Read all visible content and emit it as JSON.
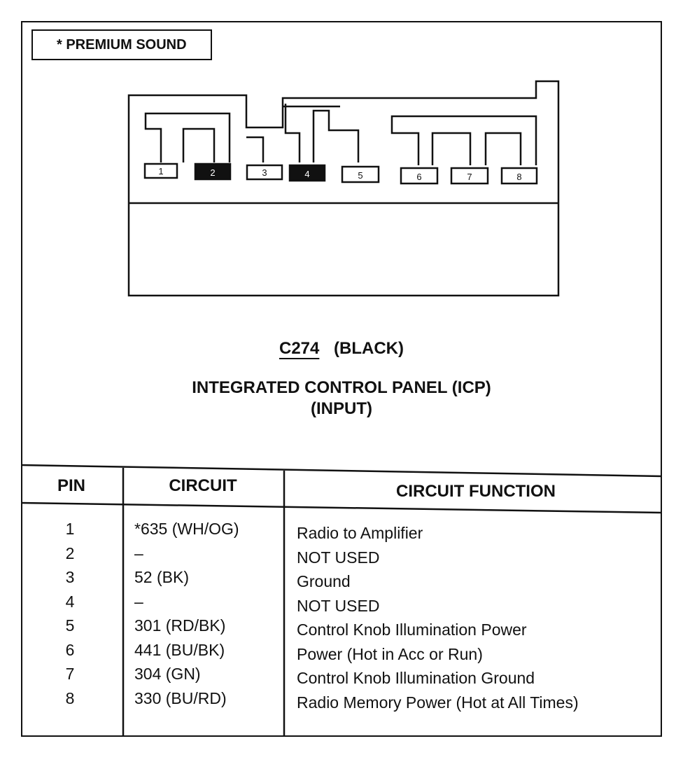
{
  "legend": {
    "text": "*  PREMIUM SOUND"
  },
  "connector": {
    "code": "C274",
    "color": "(BLACK)",
    "name": "INTEGRATED CONTROL PANEL (ICP)",
    "subtitle": "(INPUT)",
    "cavities": [
      {
        "pin": "1",
        "used": true
      },
      {
        "pin": "2",
        "used": false
      },
      {
        "pin": "3",
        "used": true
      },
      {
        "pin": "4",
        "used": false
      },
      {
        "pin": "5",
        "used": true
      },
      {
        "pin": "6",
        "used": true
      },
      {
        "pin": "7",
        "used": true
      },
      {
        "pin": "8",
        "used": true
      }
    ]
  },
  "table": {
    "headers": {
      "pin": "PIN",
      "circuit": "CIRCUIT",
      "function": "CIRCUIT FUNCTION"
    },
    "rows": [
      {
        "pin": "1",
        "circuit": "*635 (WH/OG)",
        "function": "Radio to Amplifier"
      },
      {
        "pin": "2",
        "circuit": "–",
        "function": "NOT USED"
      },
      {
        "pin": "3",
        "circuit": "52 (BK)",
        "function": "Ground"
      },
      {
        "pin": "4",
        "circuit": "–",
        "function": "NOT USED"
      },
      {
        "pin": "5",
        "circuit": "301 (RD/BK)",
        "function": "Control Knob Illumination Power"
      },
      {
        "pin": "6",
        "circuit": "441 (BU/BK)",
        "function": "Power (Hot in Acc or Run)"
      },
      {
        "pin": "7",
        "circuit": "304 (GN)",
        "function": "Control Knob Illumination Ground"
      },
      {
        "pin": "8",
        "circuit": "330 (BU/RD)",
        "function": "Radio Memory Power (Hot at All Times)"
      }
    ]
  }
}
